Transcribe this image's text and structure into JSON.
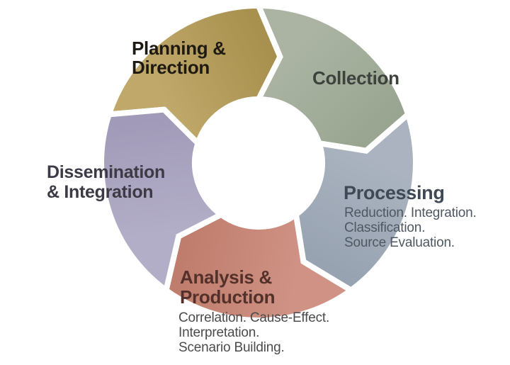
{
  "page": {
    "background": "#ffffff"
  },
  "diagram": {
    "name": "intelligence-cycle",
    "type": "cycle",
    "direction": "clockwise",
    "segments": [
      {
        "id": "planning-direction",
        "label": "Planning &\nDirection",
        "fill": "#bfa86a",
        "fill_edge": "#a8904e",
        "label_color": "#1e1a12"
      },
      {
        "id": "collection",
        "label": "Collection",
        "fill": "#abb4a3",
        "fill_edge": "#99a591",
        "label_color": "#3d423d"
      },
      {
        "id": "processing",
        "label": "Processing",
        "sublabel": "Reduction. Integration.\nClassification.\nSource Evaluation.",
        "fill": "#aab3bf",
        "fill_edge": "#98a3b2",
        "label_color": "#3f4955",
        "sublabel_color": "#4f5761"
      },
      {
        "id": "analysis-production",
        "label": "Analysis &\nProduction",
        "sublabel": "Correlation. Cause-Effect.\nInterpretation.\nScenario Building.",
        "fill": "#cf9284",
        "fill_edge": "#bf7d6d",
        "label_color": "#53312a",
        "sublabel_color": "#4b4b4b"
      },
      {
        "id": "dissemination-integration",
        "label": "Dissemination\n& Integration",
        "fill": "#b3aec7",
        "fill_edge": "#a19bb9",
        "label_color": "#3d3a46"
      }
    ]
  }
}
